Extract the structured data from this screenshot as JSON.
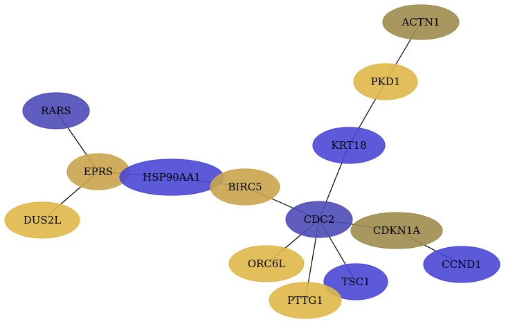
{
  "colors": {
    "blue": "#4b48d6",
    "slate": "#4e4cb8",
    "yellow": "#dfb848",
    "tan": "#c9a54d",
    "olive": "#9f8c4c",
    "edge": "#000000"
  },
  "nodes": [
    {
      "id": "ACTN1",
      "label": "ACTN1",
      "color": "olive"
    },
    {
      "id": "PKD1",
      "label": "PKD1",
      "color": "yellow"
    },
    {
      "id": "RARS",
      "label": "RARS",
      "color": "slate"
    },
    {
      "id": "KRT18",
      "label": "KRT18",
      "color": "blue"
    },
    {
      "id": "EPRS",
      "label": "EPRS",
      "color": "tan"
    },
    {
      "id": "HSP90AA1",
      "label": "HSP90AA1",
      "color": "blue"
    },
    {
      "id": "BIRC5",
      "label": "BIRC5",
      "color": "tan"
    },
    {
      "id": "DUS2L",
      "label": "DUS2L",
      "color": "yellow"
    },
    {
      "id": "CDC2",
      "label": "CDC2",
      "color": "slate"
    },
    {
      "id": "CDKN1A",
      "label": "CDKN1A",
      "color": "olive"
    },
    {
      "id": "ORC6L",
      "label": "ORC6L",
      "color": "yellow"
    },
    {
      "id": "CCND1",
      "label": "CCND1",
      "color": "blue"
    },
    {
      "id": "TSC1",
      "label": "TSC1",
      "color": "blue"
    },
    {
      "id": "PTTG1",
      "label": "PTTG1",
      "color": "yellow"
    }
  ],
  "edges": [
    {
      "source": "ACTN1",
      "target": "PKD1"
    },
    {
      "source": "PKD1",
      "target": "KRT18"
    },
    {
      "source": "KRT18",
      "target": "CDC2"
    },
    {
      "source": "RARS",
      "target": "EPRS"
    },
    {
      "source": "EPRS",
      "target": "DUS2L"
    },
    {
      "source": "EPRS",
      "target": "HSP90AA1"
    },
    {
      "source": "HSP90AA1",
      "target": "BIRC5"
    },
    {
      "source": "BIRC5",
      "target": "CDC2"
    },
    {
      "source": "CDC2",
      "target": "CDKN1A"
    },
    {
      "source": "CDKN1A",
      "target": "CCND1"
    },
    {
      "source": "CDC2",
      "target": "ORC6L"
    },
    {
      "source": "CDC2",
      "target": "PTTG1"
    },
    {
      "source": "CDC2",
      "target": "TSC1"
    }
  ]
}
